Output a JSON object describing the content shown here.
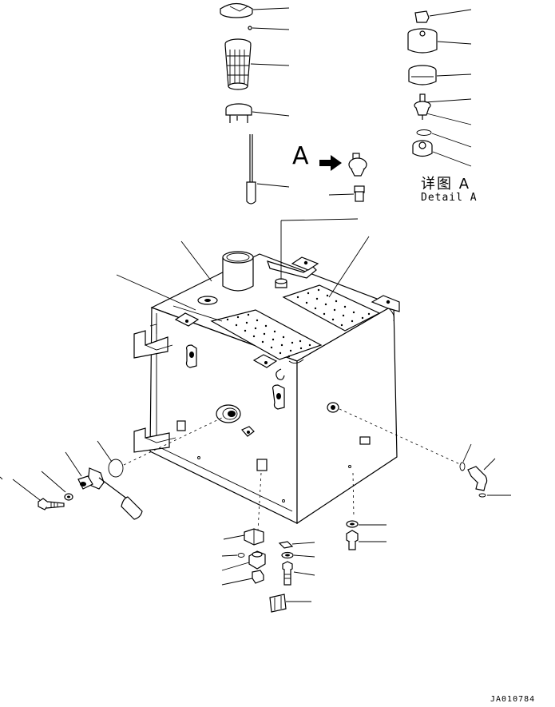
{
  "diagram": {
    "view_reference": "A",
    "detail_label_cn": "详图 A",
    "detail_label_en": "Detail A",
    "drawing_number": "JA010784"
  },
  "colors": {
    "line": "#000000",
    "background": "#ffffff"
  }
}
